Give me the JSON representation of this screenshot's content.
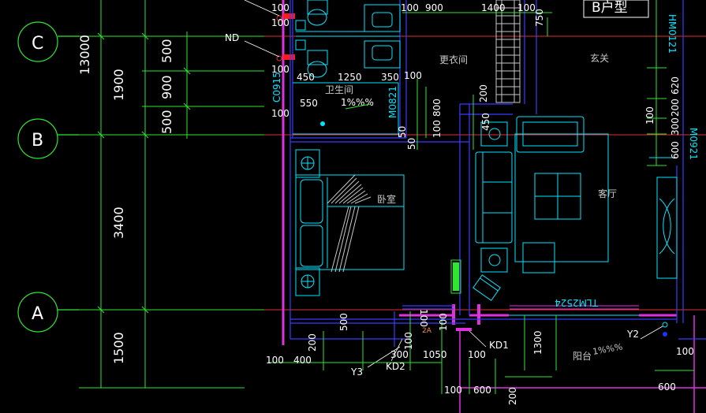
{
  "title_box": "B户型",
  "grid_axes": {
    "C": "C",
    "B": "B",
    "A": "A"
  },
  "left_dims": {
    "total": "13000",
    "d1900": "1900",
    "d3400": "3400",
    "d1500": "1500",
    "d500a": "500",
    "d900": "900",
    "d500b": "500"
  },
  "top_dims": {
    "a100": "100",
    "a900": "900",
    "a1400": "1400",
    "a100b": "100",
    "a750": "750"
  },
  "rooms": {
    "cloakroom": "更衣间",
    "foyer": "玄关",
    "bathroom": "卫生间",
    "bedroom": "卧室",
    "living": "客厅",
    "balcony": "阳台"
  },
  "tags": {
    "nd": "ND",
    "c0915": "C0915",
    "m0821": "M0821",
    "hm": "HM0121",
    "m0921": "M0921",
    "tlm": "TLM2524",
    "kd1": "KD1",
    "kd2": "KD2",
    "y2": "Y2",
    "y3": "Y3",
    "slope_bath": "1%%%",
    "slope_balcony": "1%%%",
    "two_a": "2A"
  },
  "bath_dims": {
    "d100a": "100",
    "d100b": "100",
    "d450": "450",
    "d1250": "1250",
    "d350": "350",
    "d100c": "100",
    "d550": "550",
    "d100d": "100"
  },
  "mid_dims": {
    "d800": "800",
    "d100": "100",
    "d50a": "50",
    "d50b": "50",
    "d200": "200",
    "d450": "450"
  },
  "right_dims": {
    "r620": "620",
    "r200": "200",
    "r300": "300",
    "r600": "600",
    "r100": "100"
  },
  "bottom_dims": {
    "b100a": "100",
    "b500": "500",
    "b200a": "200",
    "b100b": "100",
    "b400": "400",
    "b300": "300",
    "b1050": "1050",
    "b100c": "100",
    "b1300": "1300",
    "b100d": "100",
    "b600a": "600",
    "b200b": "200",
    "b600b": "600",
    "b100e": "100",
    "b100f": "100"
  }
}
